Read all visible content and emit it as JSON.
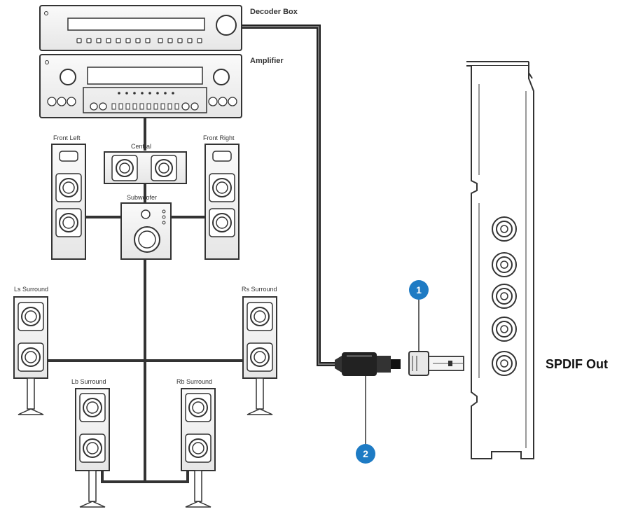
{
  "devices": {
    "decoder_box": "Decoder Box",
    "amplifier": "Amplifier"
  },
  "speakers": {
    "front_left": "Front Left",
    "front_right": "Front Right",
    "central": "Central",
    "subwoofer": "Subwoofer",
    "ls_surround": "Ls Surround",
    "rs_surround": "Rs Surround",
    "lb_surround": "Lb Surround",
    "rb_surround": "Rb Surround"
  },
  "port_label": "SPDIF Out",
  "callouts": [
    "1",
    "2"
  ],
  "colors": {
    "line": "#333333",
    "callout_fill": "#1e7bc4",
    "device_fill": "#f2f2f2"
  }
}
